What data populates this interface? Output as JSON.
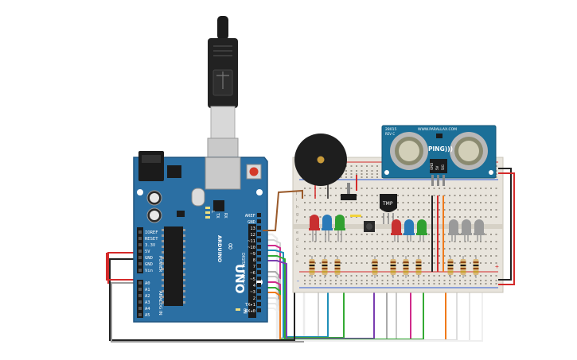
{
  "board": {
    "name": "UNO",
    "vendor": "ARDUINO",
    "digital_header": "DIGITAL (PWM~)",
    "power_header": "POWER",
    "analog_header": "ANALOG IN",
    "led_l": "L",
    "led_tx": "TX",
    "led_rx": "RX",
    "led_on": "ON",
    "digital_pins": [
      "AREF",
      "GND",
      "13",
      "12",
      "~11",
      "~10",
      "~9",
      "8",
      "7",
      "~6",
      "~5",
      "4",
      "~3",
      "2",
      "TX▸1",
      "RX◂0"
    ],
    "power_pins": [
      "IOREF",
      "RESET",
      "3.3V",
      "5V",
      "GND",
      "GND",
      "Vin"
    ],
    "analog_pins": [
      "A0",
      "A1",
      "A2",
      "A3",
      "A4",
      "A5"
    ]
  },
  "ping": {
    "label": "PING)))",
    "model": "28015",
    "rev": "REV C",
    "url": "WWW.PARALLAX.COM",
    "pins": [
      "GND",
      "5V",
      "SIG"
    ]
  },
  "tmp": {
    "label": "TMP"
  },
  "breadboard": {
    "col_letters": [
      "a",
      "b",
      "c",
      "d",
      "e",
      "f",
      "g",
      "h",
      "i",
      "j"
    ],
    "rail_plus": "+",
    "rail_minus": "-"
  },
  "colors": {
    "board": "#2b6fa3",
    "breadboard": "#e8e4dc",
    "wire_red": "#d42a2a",
    "wire_black": "#222222",
    "wire_brown": "#9a5a2a"
  }
}
